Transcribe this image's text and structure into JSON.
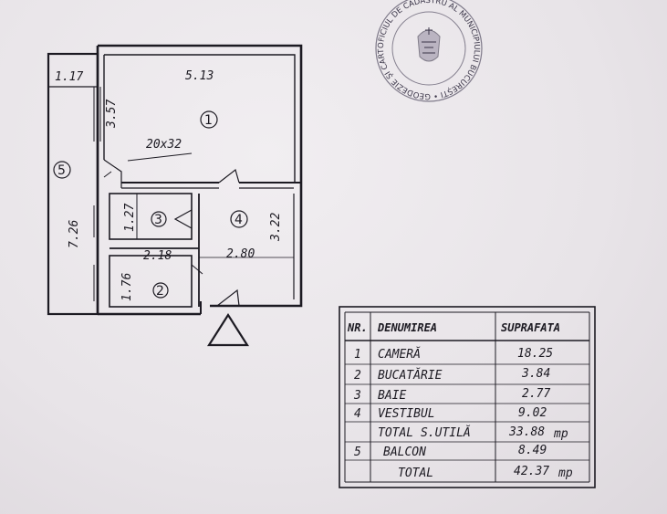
{
  "plan": {
    "dimensions": {
      "balcony_width": "1.17",
      "room1_width": "5.13",
      "room1_height": "3.57",
      "hall_small": "20x32",
      "balcony_length": "7.26",
      "room3_height": "1.27",
      "room4_height": "3.22",
      "room2_width": "2.18",
      "room4_width": "2.80",
      "room2_height": "1.76"
    },
    "rooms": [
      "1",
      "2",
      "3",
      "4",
      "5"
    ]
  },
  "table": {
    "headers": {
      "nr": "NR.",
      "name": "DENUMIREA",
      "area": "SUPRAFATA"
    },
    "rows": [
      {
        "nr": "1",
        "name": "CAMERĂ",
        "area": "18.25"
      },
      {
        "nr": "2",
        "name": "BUCATĂRIE",
        "area": "3.84"
      },
      {
        "nr": "3",
        "name": "BAIE",
        "area": "2.77"
      },
      {
        "nr": "4",
        "name": "VESTIBUL",
        "area": "9.02"
      }
    ],
    "subtotal": {
      "label": "TOTAL S.UTILĂ",
      "area": "33.88",
      "unit": "mp"
    },
    "balcony": {
      "nr": "5",
      "name": "BALCON",
      "area": "8.49"
    },
    "total": {
      "label": "TOTAL",
      "area": "42.37",
      "unit": "mp"
    }
  },
  "seal": {
    "text": "OFICIUL DE CADASTRU AL MUNICIPIULUI BUCUREȘTI • GEODEZIE ȘI CARTOGRAFIE •"
  }
}
